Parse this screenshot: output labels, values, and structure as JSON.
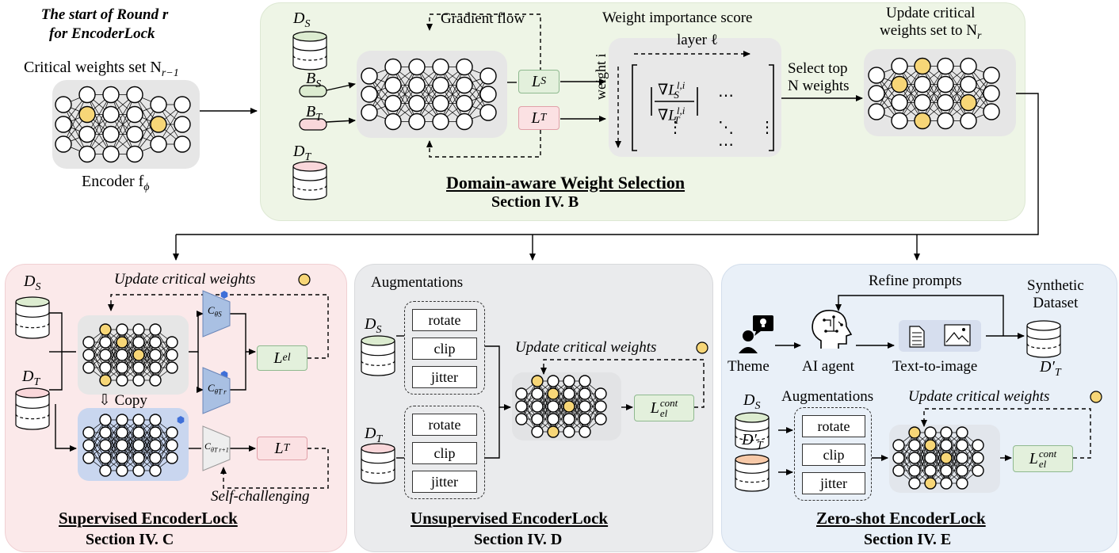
{
  "header": {
    "round_title_1": "The start of Round r",
    "round_title_2": "for EncoderLock",
    "critical_set": "Critical weights set N",
    "critical_sub": "r−1",
    "encoder": "Encoder f",
    "encoder_sub": "ϕ"
  },
  "top_panel": {
    "ds": "D",
    "ds_sub": "S",
    "bs": "B",
    "bs_sub": "S",
    "bt": "B",
    "bt_sub": "T",
    "dt": "D",
    "dt_sub": "T",
    "gradient_flow": "Gradient flow",
    "ls": "L",
    "ls_sub": "S",
    "lt": "L",
    "lt_sub": "T",
    "weight_score": "Weight importance score",
    "layer": "layer ℓ",
    "weight_i": "weight i",
    "matrix_num": "∇L",
    "matrix_num_sup": "l,i",
    "matrix_num_sub": "S",
    "matrix_den": "∇L",
    "matrix_den_sup": "l,i",
    "matrix_den_sub": "T",
    "select_1": "Select top",
    "select_2": "N weights",
    "update_1": "Update critical",
    "update_2": "weights set to N",
    "update_sub": "r",
    "title": "Domain-aware Weight Selection",
    "section": "Section IV. B"
  },
  "panel_c": {
    "update": "Update critical weights",
    "ds": "D",
    "ds_sub": "S",
    "dt": "D",
    "dt_sub": "T",
    "copy": "Copy",
    "c1": "C",
    "c1_sub": "θS",
    "c2": "C",
    "c2_sub": "θT r",
    "c3": "C",
    "c3_sub": "θT r+1",
    "lel": "L",
    "lel_sub": "el",
    "lt": "L",
    "lt_sub": "T",
    "self": "Self-challenging",
    "title": "Supervised EncoderLock",
    "section": "Section IV. C"
  },
  "panel_d": {
    "augmentations": "Augmentations",
    "ds": "D",
    "ds_sub": "S",
    "dt": "D",
    "dt_sub": "T",
    "aug": [
      "rotate",
      "clip",
      "jitter"
    ],
    "update": "Update critical weights",
    "loss": "L",
    "loss_sup": "cont",
    "loss_sub": "el",
    "title": "Unsupervised EncoderLock",
    "section": "Section IV. D"
  },
  "panel_e": {
    "refine": "Refine prompts",
    "synthetic_1": "Synthetic",
    "synthetic_2": "Dataset",
    "dt_prime": "D′",
    "dt_prime_sub": "T",
    "theme": "Theme",
    "agent": "AI agent",
    "t2i": "Text-to-image",
    "augmentations": "Augmentations",
    "update": "Update critical weights",
    "ds": "D",
    "ds_sub": "S",
    "dt2": "D′",
    "dt2_sub": "T",
    "aug": [
      "rotate",
      "clip",
      "jitter"
    ],
    "loss": "L",
    "loss_sup": "cont",
    "loss_sub": "el",
    "title": "Zero-shot EncoderLock",
    "section": "Section IV. E"
  },
  "colors": {
    "green_panel": "#eef5e6",
    "pink_panel": "#fbe9ea",
    "gray_panel": "#eaebed",
    "blue_panel": "#e9f0f8",
    "highlight": "#f7d677"
  }
}
